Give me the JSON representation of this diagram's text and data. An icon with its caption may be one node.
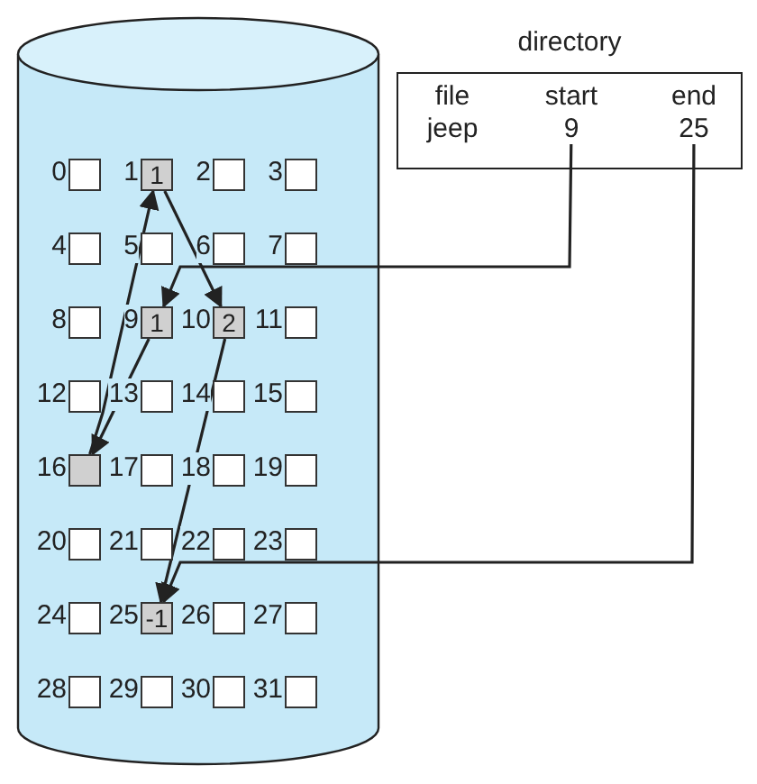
{
  "diagram": {
    "nodes": [
      {
        "text": [],
        "shape": "cylinder"
      },
      {
        "text": [],
        "shape": "box",
        "in": 0,
        "beside": [
          "0"
        ]
      },
      {
        "text": [
          "1"
        ],
        "in": 0,
        "beside": [
          "1"
        ]
      },
      {
        "text": [],
        "shape": "box",
        "in": 0,
        "beside": [
          "2"
        ]
      },
      {
        "text": [],
        "shape": "box",
        "in": 0,
        "beside": [
          "3"
        ]
      },
      {
        "text": [],
        "shape": "box",
        "in": 0,
        "beside": [
          "4"
        ]
      },
      {
        "text": [],
        "shape": "box",
        "in": 0,
        "beside": [
          "5"
        ]
      },
      {
        "text": [],
        "shape": "box",
        "in": 0,
        "beside": [
          "6"
        ]
      },
      {
        "text": [],
        "shape": "box",
        "in": 0,
        "beside": [
          "7"
        ]
      },
      {
        "text": [],
        "shape": "box",
        "in": 0,
        "beside": [
          "8"
        ]
      },
      {
        "text": [
          "1"
        ],
        "in": 0,
        "beside": [
          "9"
        ]
      },
      {
        "text": [
          "2"
        ],
        "in": 0,
        "beside": [
          "10"
        ]
      },
      {
        "text": [],
        "shape": "box",
        "in": 0,
        "beside": [
          "11"
        ]
      },
      {
        "text": [],
        "shape": "box",
        "in": 0,
        "beside": [
          "12"
        ]
      },
      {
        "text": [],
        "shape": "box",
        "in": 0,
        "beside": [
          "13"
        ]
      },
      {
        "text": [],
        "shape": "box",
        "in": 0,
        "beside": [
          "14"
        ]
      },
      {
        "text": [],
        "shape": "box",
        "in": 0,
        "beside": [
          "15"
        ]
      },
      {
        "text": [],
        "shape": "box",
        "in": 0,
        "beside": [
          "16"
        ]
      },
      {
        "text": [],
        "shape": "box",
        "in": 0,
        "beside": [
          "17"
        ]
      },
      {
        "text": [],
        "shape": "box",
        "in": 0,
        "beside": [
          "18"
        ]
      },
      {
        "text": [],
        "shape": "box",
        "in": 0,
        "beside": [
          "19"
        ]
      },
      {
        "text": [],
        "shape": "box",
        "in": 0,
        "beside": [
          "20"
        ]
      },
      {
        "text": [],
        "shape": "box",
        "in": 0,
        "beside": [
          "21"
        ]
      },
      {
        "text": [],
        "shape": "box",
        "in": 0,
        "beside": [
          "22"
        ]
      },
      {
        "text": [],
        "shape": "box",
        "in": 0,
        "beside": [
          "23"
        ]
      },
      {
        "text": [],
        "shape": "box",
        "in": 0,
        "beside": [
          "24"
        ]
      },
      {
        "text": [
          "-1"
        ],
        "in": 0,
        "beside": [
          "25"
        ]
      },
      {
        "text": [],
        "shape": "box",
        "in": 0,
        "beside": [
          "26"
        ]
      },
      {
        "text": [],
        "shape": "box",
        "in": 0,
        "beside": [
          "27"
        ]
      },
      {
        "text": [],
        "shape": "box",
        "in": 0,
        "beside": [
          "28"
        ]
      },
      {
        "text": [],
        "shape": "box",
        "in": 0,
        "beside": [
          "29"
        ]
      },
      {
        "text": [],
        "shape": "box",
        "in": 0,
        "beside": [
          "30"
        ]
      },
      {
        "text": [],
        "shape": "box",
        "in": 0,
        "beside": [
          "31"
        ]
      },
      {
        "text": [
          "directory"
        ]
      },
      {
        "text": [
          "file"
        ],
        "in": 33
      },
      {
        "text": [
          "start"
        ],
        "in": 33
      },
      {
        "text": [
          "end"
        ],
        "in": 33
      },
      {
        "text": [
          "jeep"
        ],
        "in": 33
      },
      {
        "text": [
          "9"
        ],
        "in": 33
      },
      {
        "text": [
          "25"
        ],
        "in": 33
      }
    ],
    "edges": [
      {
        "from": 38,
        "to": 10,
        "arrow": "to"
      },
      {
        "from": 39,
        "to": 26,
        "arrow": "to"
      },
      {
        "from": 10,
        "to": 17,
        "arrow": "to"
      },
      {
        "from": 17,
        "to": 2,
        "arrow": "to"
      },
      {
        "from": 2,
        "to": 11,
        "arrow": "to"
      },
      {
        "from": 11,
        "to": 26,
        "arrow": "to"
      }
    ]
  }
}
